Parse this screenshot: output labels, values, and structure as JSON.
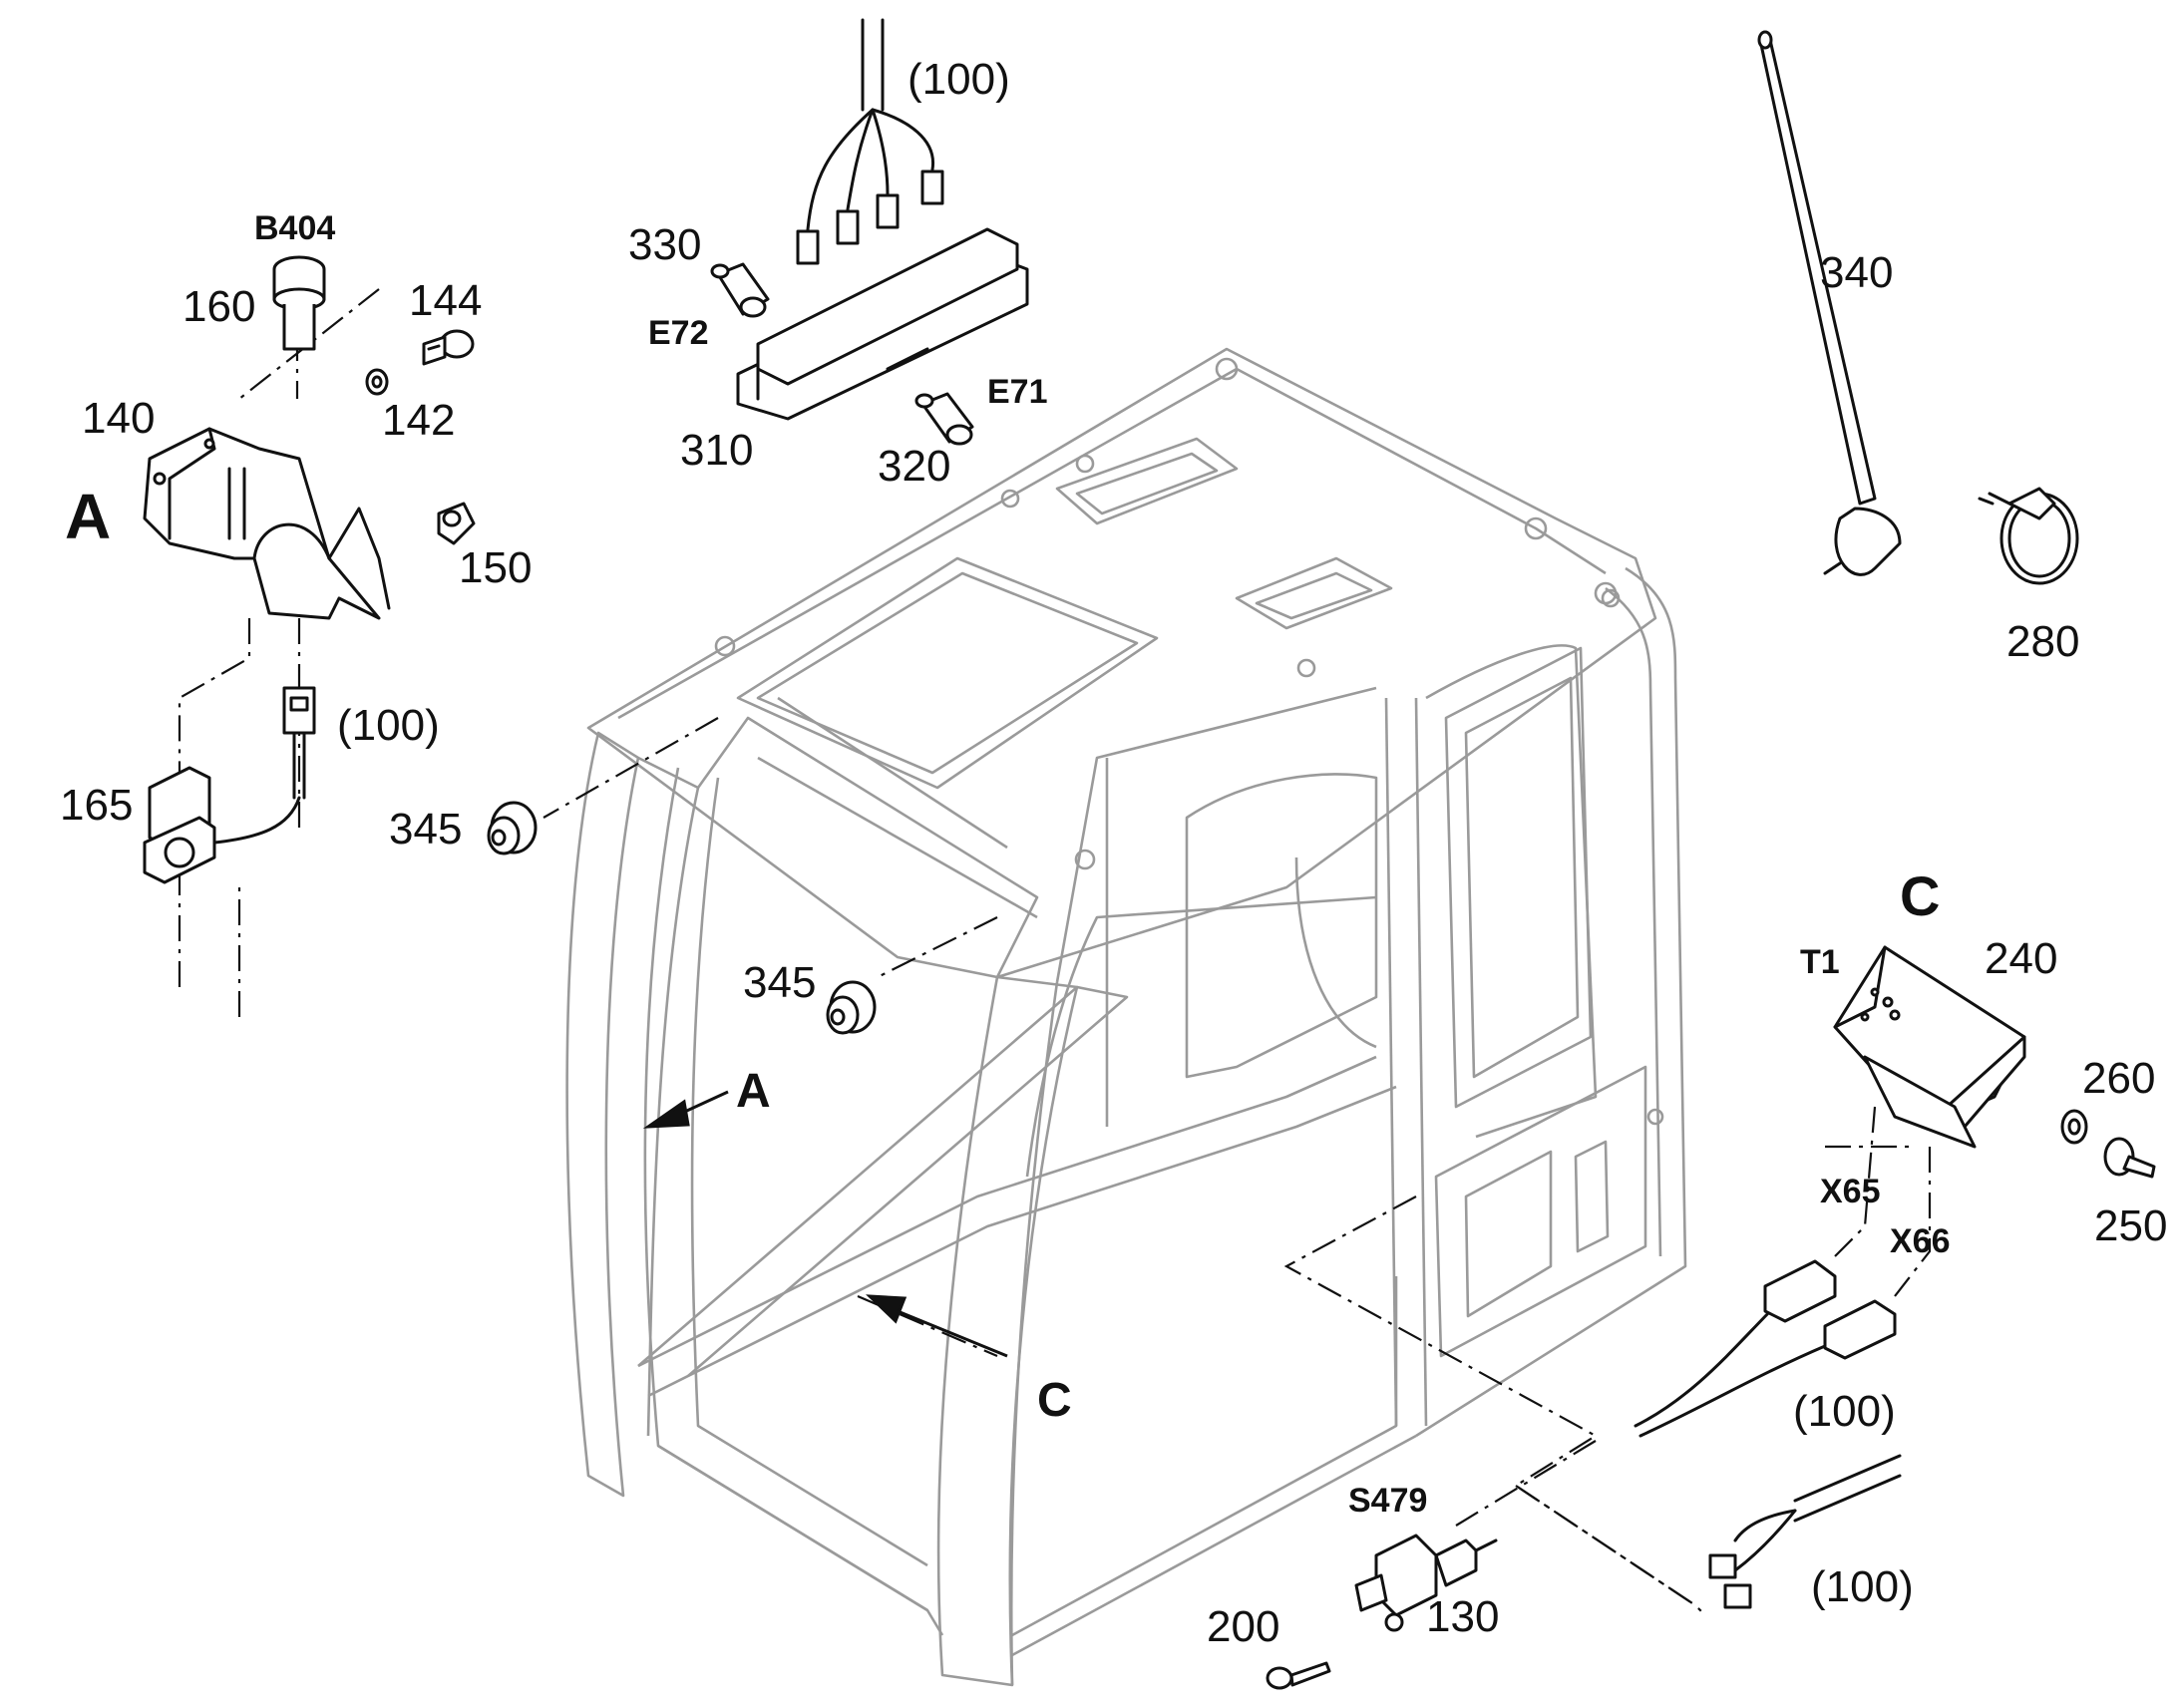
{
  "labels": {
    "l100_top": "(100)",
    "l330": "330",
    "le72": "E72",
    "l310": "310",
    "l320": "320",
    "le71": "E71",
    "lb404": "B404",
    "l160": "160",
    "l144": "144",
    "l142": "142",
    "l140": "140",
    "l150": "150",
    "la_left": "A",
    "l100_a": "(100)",
    "l165": "165",
    "l345_a": "345",
    "l345_b": "345",
    "la_arrow": "A",
    "lc_arrow": "C",
    "l340": "340",
    "l280": "280",
    "lc_right": "C",
    "lt1": "T1",
    "l240": "240",
    "l260": "260",
    "l250": "250",
    "lx65": "X65",
    "lx66": "X66",
    "l100_c": "(100)",
    "ls479": "S479",
    "l130": "130",
    "l200": "200",
    "l100_d": "(100)"
  }
}
